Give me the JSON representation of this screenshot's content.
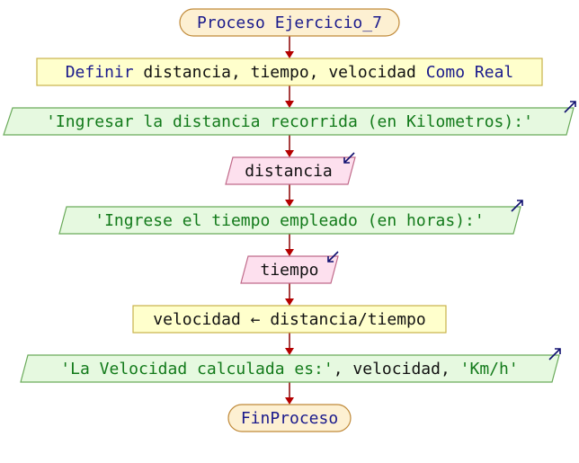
{
  "flowchart": {
    "colors": {
      "terminal_fill": "#fdf0d2",
      "terminal_stroke": "#c08a3a",
      "process_fill": "#ffffcc",
      "process_stroke": "#c9b24a",
      "output_fill": "#e6f9e0",
      "output_stroke": "#6aaa5a",
      "input_fill": "#fde0ee",
      "input_stroke": "#c06a8a",
      "connector": "#8b0000",
      "keyword": "#1a1a8c",
      "string": "#127a1a",
      "variable": "#111111"
    },
    "start": {
      "keyword": "Proceso",
      "name": "Ejercicio_7"
    },
    "define": {
      "keyword": "Definir",
      "vars": "distancia, tiempo, velocidad",
      "keyword2": "Como",
      "type": "Real"
    },
    "output1": {
      "text": "'Ingresar la distancia recorrida (en Kilometros):'"
    },
    "input1": {
      "var": "distancia"
    },
    "output2": {
      "text": "'Ingrese el tiempo empleado (en horas):'"
    },
    "input2": {
      "var": "tiempo"
    },
    "assign": {
      "text": "velocidad ← distancia/tiempo"
    },
    "output3": {
      "str1": "'La Velocidad calculada es:'",
      "sep1": ", ",
      "var": "velocidad",
      "sep2": ", ",
      "str2": "'Km/h'"
    },
    "end": {
      "keyword": "FinProceso"
    }
  }
}
